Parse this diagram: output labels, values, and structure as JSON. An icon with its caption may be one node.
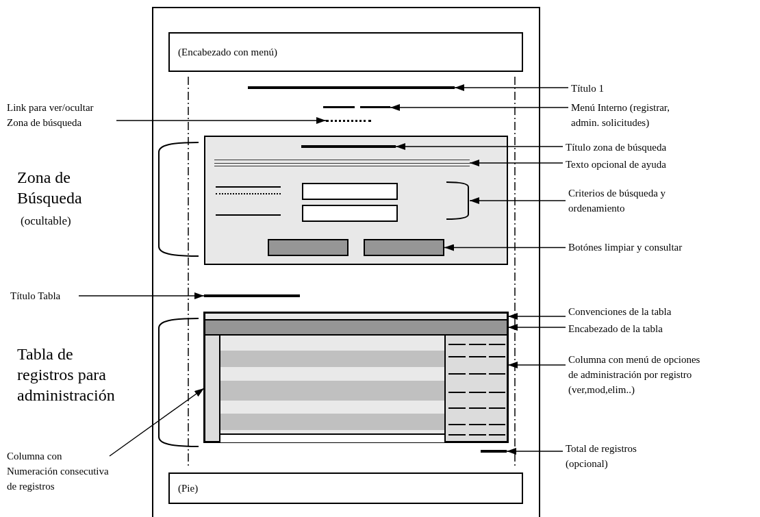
{
  "diagram": {
    "nodes": [
      {
        "text": [
          "(Encabezado con menú)"
        ]
      },
      {
        "text": [],
        "shape": "bar"
      },
      {
        "text": [
          "Título 1"
        ]
      },
      {
        "text": [],
        "shape": "bar"
      },
      {
        "text": [
          "Menú Interno (registrar, admin. solicitudes)"
        ]
      },
      {
        "text": [
          "Link para ver/ocultar Zona de búsqueda"
        ]
      },
      {
        "text": [],
        "shape": "bar"
      },
      {
        "text": [],
        "shape": "box"
      },
      {
        "text": [],
        "shape": "bar",
        "in": 7
      },
      {
        "text": [],
        "shape": "bar",
        "in": 7
      },
      {
        "text": [
          "Título zona de búsqueda"
        ]
      },
      {
        "text": [
          "Texto opcional de ayuda"
        ]
      },
      {
        "text": [],
        "shape": "bracket",
        "in": 7
      },
      {
        "text": [
          "Criterios de búsqueda y ordenamiento"
        ]
      },
      {
        "text": [],
        "shape": "box",
        "in": 7
      },
      {
        "text": [],
        "shape": "box",
        "in": 7
      },
      {
        "text": [
          "Botónes limpiar y consultar"
        ]
      },
      {
        "text": [
          "Título Tabla"
        ]
      },
      {
        "text": [],
        "shape": "bar"
      },
      {
        "text": [],
        "shape": "box"
      },
      {
        "text": [],
        "shape": "bar",
        "in": 19
      },
      {
        "text": [
          "Convenciones de la tabla"
        ]
      },
      {
        "text": [],
        "shape": "bar",
        "in": 19
      },
      {
        "text": [
          "Encabezado de la tabla"
        ]
      },
      {
        "text": [],
        "shape": "box",
        "in": 19
      },
      {
        "text": [
          "Columna con menú de opciones de administración por registro (ver,mod,elim..)"
        ]
      },
      {
        "text": [],
        "shape": "box",
        "in": 19
      },
      {
        "text": [
          "Columna con Numeración consecutiva de registros"
        ]
      },
      {
        "text": [],
        "shape": "bar"
      },
      {
        "text": [
          "Total de registros (opcional)"
        ]
      },
      {
        "text": [
          "(Pie)"
        ]
      }
    ],
    "edges": [
      {
        "from": 2,
        "to": 1,
        "arrow": "to"
      },
      {
        "from": 4,
        "to": 3,
        "arrow": "to"
      },
      {
        "from": 5,
        "to": 6,
        "arrow": "to"
      },
      {
        "from": 10,
        "to": 8,
        "arrow": "to"
      },
      {
        "from": 11,
        "to": 9,
        "arrow": "to"
      },
      {
        "from": 13,
        "to": 12,
        "arrow": "to"
      },
      {
        "from": 16,
        "to": 15,
        "arrow": "to"
      },
      {
        "from": 17,
        "to": 18,
        "arrow": "to"
      },
      {
        "from": 21,
        "to": 20,
        "arrow": "to"
      },
      {
        "from": 23,
        "to": 22,
        "arrow": "to"
      },
      {
        "from": 25,
        "to": 26,
        "arrow": "to"
      },
      {
        "from": 27,
        "to": 24,
        "arrow": "to"
      },
      {
        "from": 29,
        "to": 28,
        "arrow": "to"
      }
    ],
    "labels": [
      "Zona de Búsqueda",
      "(ocultable)",
      "Tabla de registros para administración"
    ]
  }
}
